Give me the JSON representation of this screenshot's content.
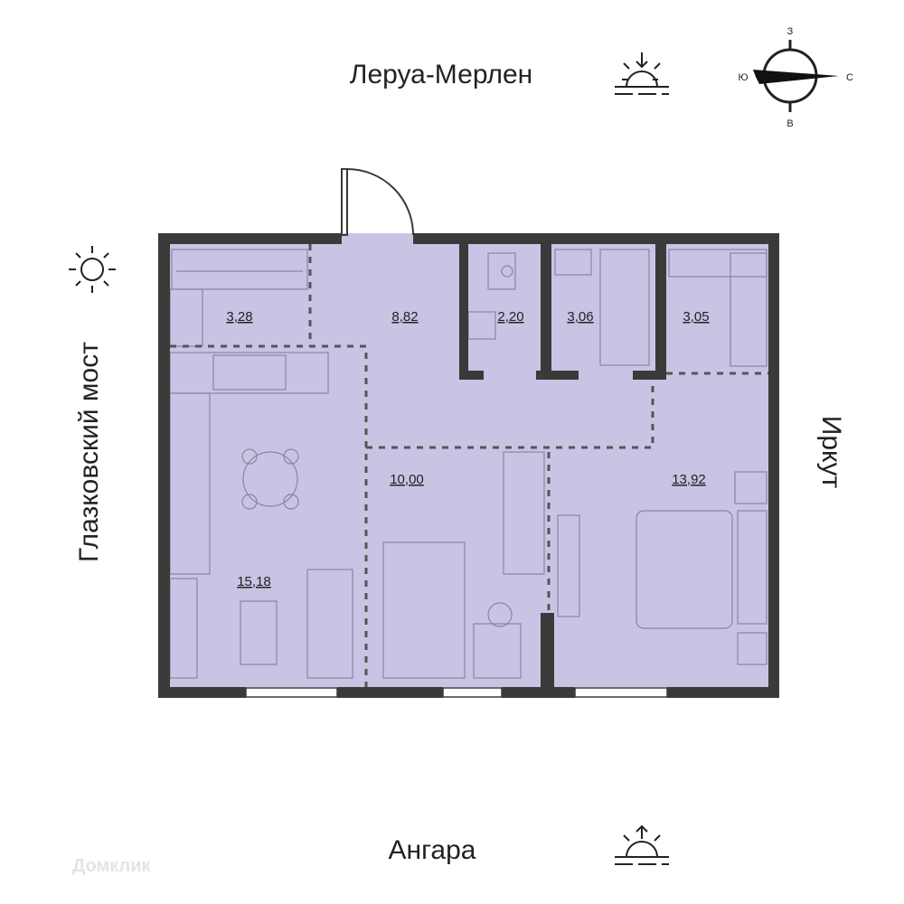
{
  "directions": {
    "top": "Леруа-Мерлен",
    "bottom": "Ангара",
    "left": "Глазковский мост",
    "right": "Иркут"
  },
  "compass": {
    "north": "С",
    "south": "Ю",
    "west": "З",
    "east": "В"
  },
  "rooms": [
    {
      "name": "storage",
      "area": "3,28"
    },
    {
      "name": "hallway",
      "area": "8,82"
    },
    {
      "name": "toilet",
      "area": "2,20"
    },
    {
      "name": "bathroom",
      "area": "3,06"
    },
    {
      "name": "wardrobe",
      "area": "3,05"
    },
    {
      "name": "bedroom-small",
      "area": "10,00"
    },
    {
      "name": "bedroom",
      "area": "13,92"
    },
    {
      "name": "kitchen-living",
      "area": "15,18"
    }
  ],
  "watermark": "Домклик",
  "colors": {
    "floor": "#c9c4e4",
    "wall": "#3a3a3a"
  }
}
